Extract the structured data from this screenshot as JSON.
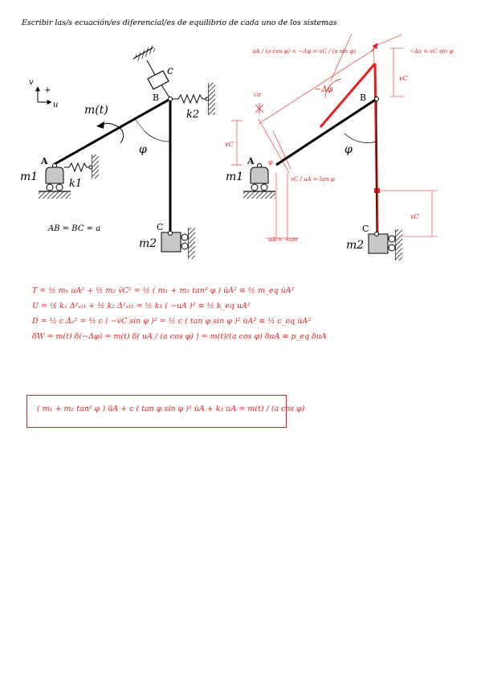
{
  "header": {
    "text": "Escribir las/s ecuación/es diferencial/es de equilibrio de cada uno de los sistemas"
  },
  "left_figure": {
    "axis_v": "v",
    "axis_plus": "+",
    "axis_u": "u",
    "moment": "m(t)",
    "damper": "c",
    "point_a": "A",
    "point_b": "B",
    "point_c": "C",
    "spring_k1": "k1",
    "spring_k2": "k2",
    "angle": "φ",
    "mass_1": "m1",
    "mass_2": "m2",
    "relation": "AB = BC = a"
  },
  "right_figure": {
    "eq_top": "uA / (a cos φ) = −Δφ = vC / (a sin φ)",
    "delta_a": "−Δa = vC sin φ",
    "delta_phi": "−Δφ",
    "vc_right": "vC",
    "cir": "cir",
    "vc_left": "vC",
    "ratio": "vC / uA = tan φ",
    "uA_label": "uA = −um",
    "vc_bottom": "vC",
    "point_a": "A",
    "point_b": "B",
    "point_c": "C",
    "angle": "φ",
    "angle_a": "φ",
    "mass_1": "m1",
    "mass_2": "m2"
  },
  "equations": [
    "T = ½ m₁ u̇A² + ½ m₂ v̇C² = ½ ( m₁ + m₂ tan² φ ) u̇A² ≡ ½ m_eq u̇A²",
    "U = ½ k₁ Δ²ₑₗ₁ + ½ k₂ Δ²ₑₗ₂ = ½ k₁ ( −uA )² ≡ ½ k_eq uA²",
    "D = ½ c Δ̇ₐ² = ½ c ( −v̇C sin φ )² = ½ c ( tan φ sin φ )² u̇A² ≡ ½ c_eq u̇A²",
    "δW = m(t) δ(−Δφ) = m(t) δ( uA / (a cos φ) ) = m(t)/(a cos φ) δuA ≡ p_eq δuA"
  ],
  "boxed_equation": "( m₁ + m₂ tan² φ ) üA + c ( tan φ sin φ )² u̇A + k₁ uA = m(t) / (a cos φ)",
  "colors": {
    "ink": "#000000",
    "annotation": "#e41f1f",
    "mass_fill": "#c8c8c8"
  }
}
